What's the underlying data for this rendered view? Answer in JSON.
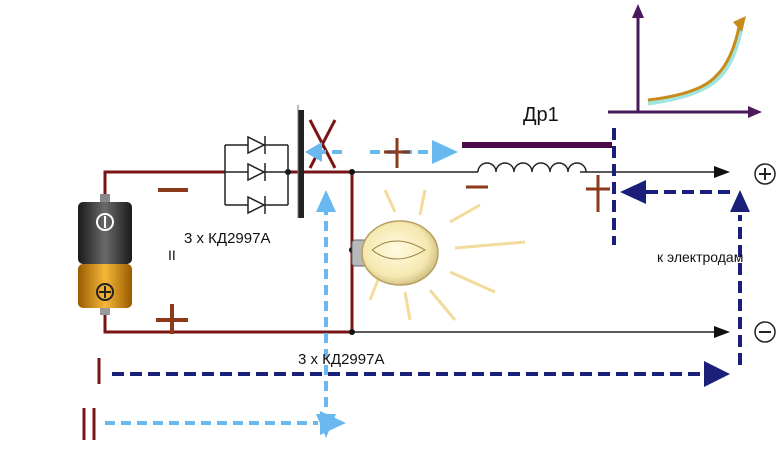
{
  "labels": {
    "inductor": "Др1",
    "diodes_top": "3 х КД2997А",
    "diodes_bottom": "3 х КД2997А",
    "mark_ii": "II",
    "to_electrodes": "к электродам"
  },
  "symbols": {
    "battery_top": "⊖",
    "battery_bottom": "⊕",
    "plus_terminal": "⊕",
    "minus_terminal": "⊖"
  },
  "colors": {
    "wire": "#7a1515",
    "wire_dark": "#5a0a0a",
    "light_blue": "#6ab8f0",
    "dark_blue": "#1a1f7a",
    "orange": "#c88a1a",
    "graph_axis": "#4a1a5a",
    "polarity": "#8b3a1a"
  }
}
